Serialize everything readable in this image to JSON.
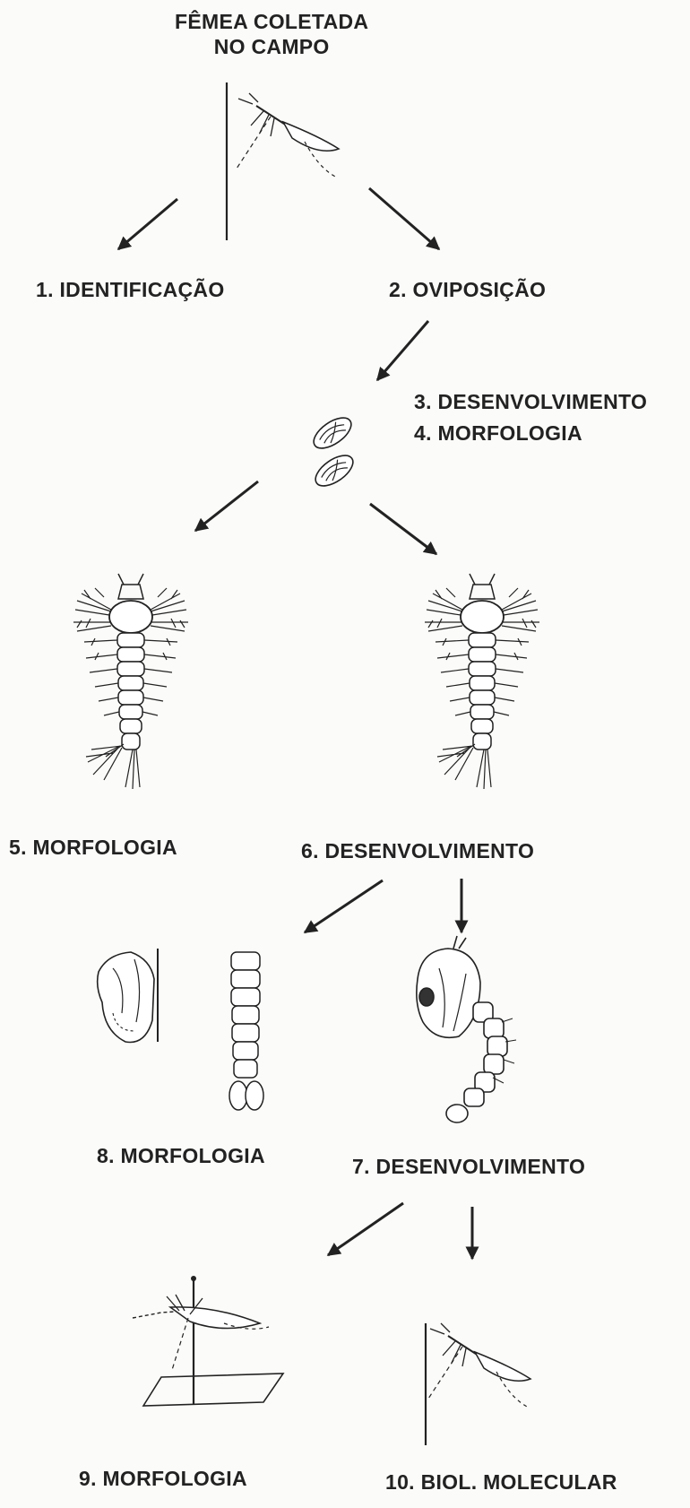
{
  "title": {
    "line1": "FÊMEA COLETADA",
    "line2": "NO CAMPO"
  },
  "steps": {
    "s1": "1. IDENTIFICAÇÃO",
    "s2": "2. OVIPOSIÇÃO",
    "s3": "3. DESENVOLVIMENTO",
    "s4": "4. MORFOLOGIA",
    "s5": "5. MORFOLOGIA",
    "s6": "6. DESENVOLVIMENTO",
    "s7": "7. DESENVOLVIMENTO",
    "s8": "8. MORFOLOGIA",
    "s9": "9. MORFOLOGIA",
    "s10": "10. BIOL.   MOLECULAR"
  },
  "icons": {
    "mosquito": "pinned-mosquito-icon",
    "eggs": "mosquito-eggs-icon",
    "larva": "mosquito-larva-icon",
    "exuvia": "larval-exuvia-icon",
    "pupa": "pupa-icon",
    "mounted": "mounted-mosquito-icon",
    "arrow": "arrow-icon"
  },
  "colors": {
    "ink": "#222222",
    "paper": "#fbfbf9"
  }
}
